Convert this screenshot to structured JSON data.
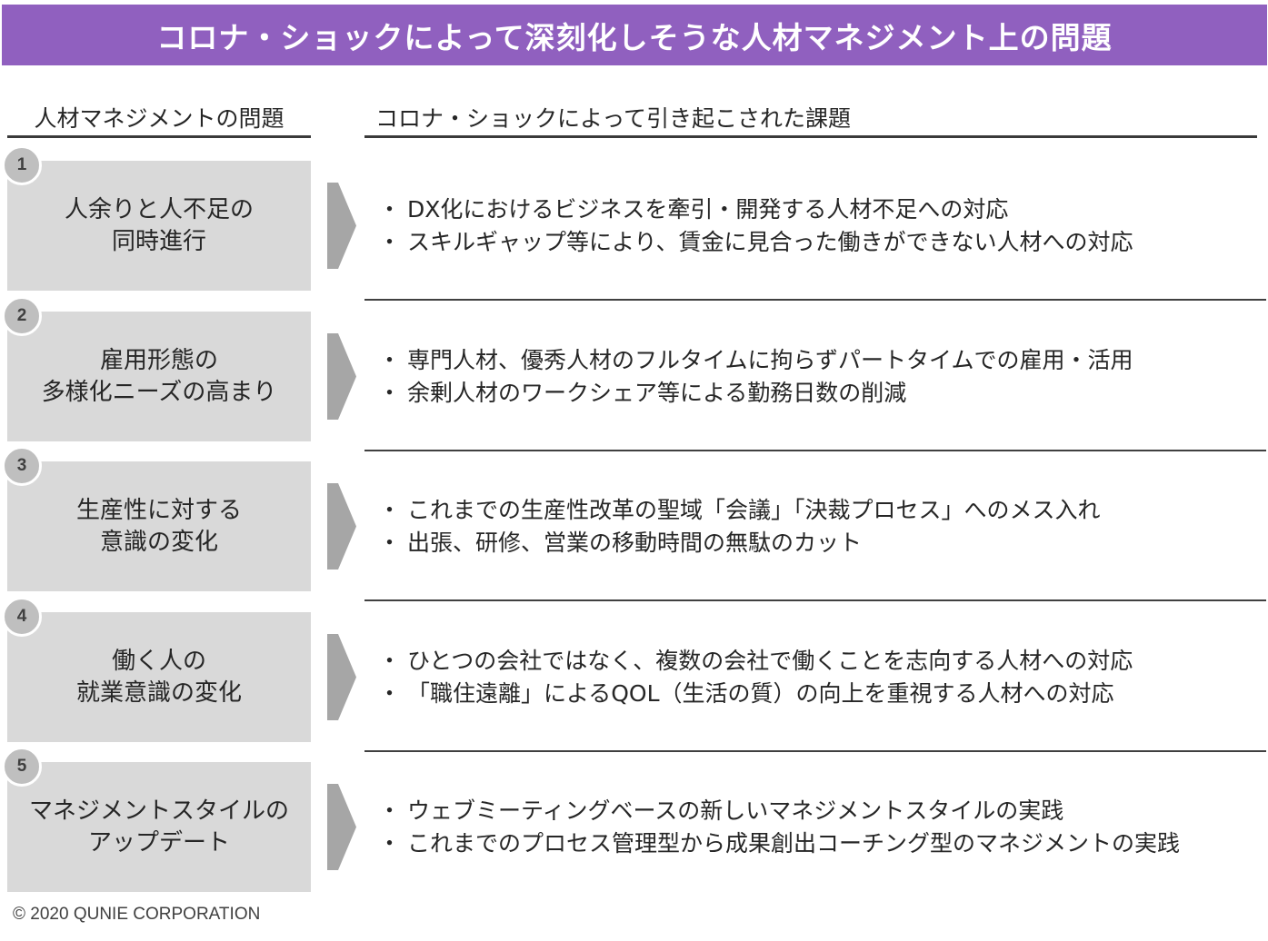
{
  "title": "コロナ・ショックによって深刻化しそうな人材マネジメント上の問題",
  "headers": {
    "left": "人材マネジメントの問題",
    "right": "コロナ・ショックによって引き起こされた課題"
  },
  "bullet_char": "・",
  "colors": {
    "title_bg": "#9060bf",
    "box_bg": "#d9d9d9",
    "circle_bg": "#bfbfbf",
    "arrow": "#a6a6a6"
  },
  "rows": [
    {
      "number": "1",
      "problem": [
        "人余りと人不足の",
        "同時進行"
      ],
      "issues": [
        "DX化におけるビジネスを牽引・開発する人材不足への対応",
        "スキルギャップ等により、賃金に見合った働きができない人材への対応"
      ]
    },
    {
      "number": "2",
      "problem": [
        "雇用形態の",
        "多様化ニーズの高まり"
      ],
      "issues": [
        "専門人材、優秀人材のフルタイムに拘らずパートタイムでの雇用・活用",
        "余剰人材のワークシェア等による勤務日数の削減"
      ]
    },
    {
      "number": "3",
      "problem": [
        "生産性に対する",
        "意識の変化"
      ],
      "issues": [
        "これまでの生産性改革の聖域「会議」「決裁プロセス」へのメス入れ",
        "出張、研修、営業の移動時間の無駄のカット"
      ]
    },
    {
      "number": "4",
      "problem": [
        "働く人の",
        "就業意識の変化"
      ],
      "issues": [
        "ひとつの会社ではなく、複数の会社で働くことを志向する人材への対応",
        "「職住遠離」によるQOL（生活の質）の向上を重視する人材への対応"
      ]
    },
    {
      "number": "5",
      "problem": [
        "マネジメントスタイルの",
        "アップデート"
      ],
      "issues": [
        "ウェブミーティングベースの新しいマネジメントスタイルの実践",
        "これまでのプロセス管理型から成果創出コーチング型のマネジメントの実践"
      ]
    }
  ],
  "footer": "© 2020 QUNIE CORPORATION"
}
